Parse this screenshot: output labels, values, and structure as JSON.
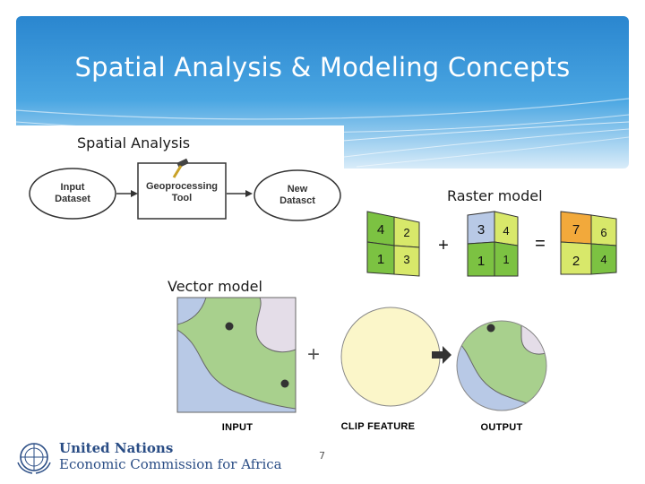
{
  "slide": {
    "title": "Spatial Analysis & Modeling Concepts",
    "page_number": "7"
  },
  "spatial_analysis": {
    "label": "Spatial Analysis",
    "input_label_1": "Input",
    "input_label_2": "Dataset",
    "tool_label_1": "Geoprocessing",
    "tool_label_2": "Tool",
    "output_label_1": "New",
    "output_label_2": "Datasct"
  },
  "raster_model": {
    "label": "Raster model",
    "grid_a": [
      "4",
      "2",
      "1",
      "3"
    ],
    "grid_b": [
      "3",
      "4",
      "1",
      "1"
    ],
    "grid_result": [
      "7",
      "6",
      "2",
      "4"
    ],
    "plus": "+",
    "equals": "="
  },
  "vector_model": {
    "label": "Vector model",
    "plus": "+",
    "input_caption": "INPUT",
    "clip_caption": "CLIP FEATURE",
    "output_caption": "OUTPUT"
  },
  "footer": {
    "org_line_1": "United Nations",
    "org_line_2": "Economic Commission for Africa"
  },
  "colors": {
    "banner_blue": "#2c8fd6",
    "raster_green": "#7cc242",
    "raster_yellow": "#d8e86a",
    "raster_orange": "#f2a93b",
    "vector_green": "#a8d08d",
    "vector_blue": "#b8c9e6",
    "vector_lilac": "#e4dde8",
    "clip_yellow": "#fbf6c9"
  }
}
